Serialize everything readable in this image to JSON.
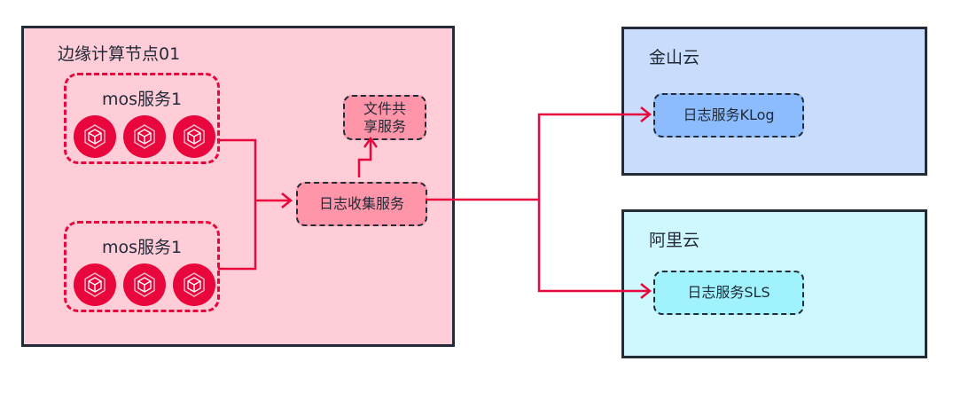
{
  "edge_node": {
    "title": "边缘计算节点01",
    "mos_groups": [
      {
        "label": "mos服务1",
        "pods": [
          "cube-icon",
          "cube-icon",
          "cube-icon"
        ]
      },
      {
        "label": "mos服务1",
        "pods": [
          "cube-icon",
          "cube-icon",
          "cube-icon"
        ]
      }
    ],
    "log_collector": "日志收集服务",
    "file_share": "文件共享服务"
  },
  "kingsoft_cloud": {
    "title": "金山云",
    "service": "日志服务KLog"
  },
  "aliyun": {
    "title": "阿里云",
    "service": "日志服务SLS"
  },
  "colors": {
    "edge_bg": "#ffcdd7",
    "kingsoft_bg": "#c9dcfb",
    "aliyun_bg": "#cff7fe",
    "accent": "#e8063c",
    "border": "#232b36"
  }
}
